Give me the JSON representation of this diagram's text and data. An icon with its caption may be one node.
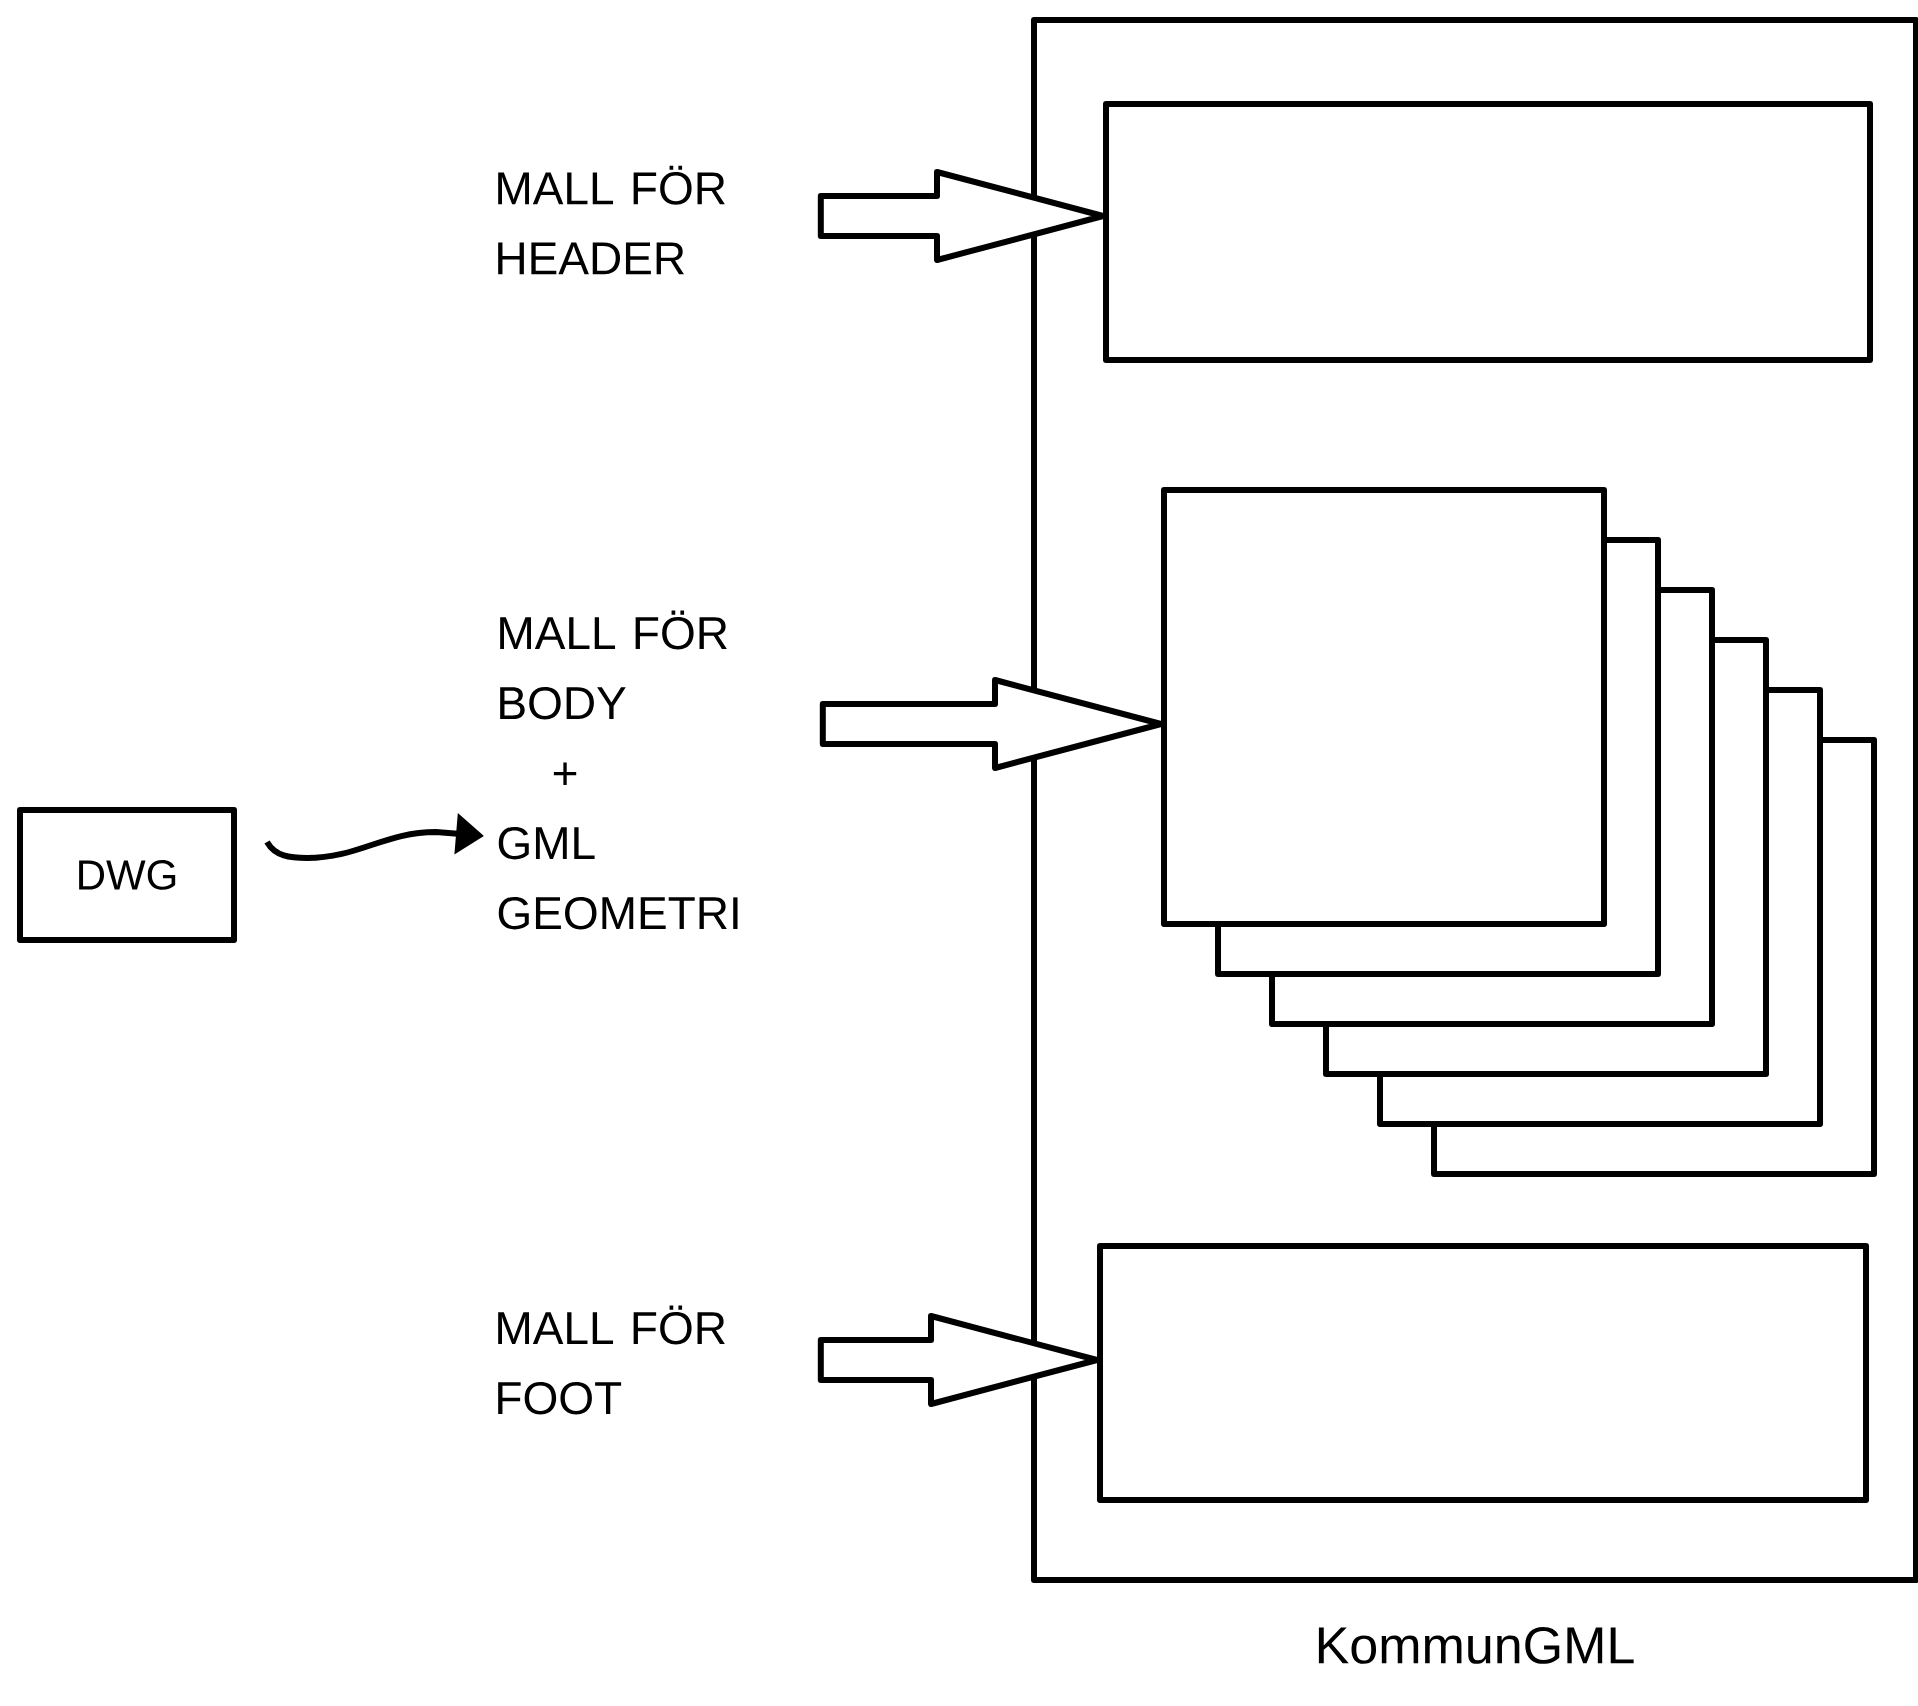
{
  "diagram": {
    "nodes": [
      {
        "text": [
          "KommunGML"
        ]
      },
      {
        "text": [],
        "shape": "box",
        "in": 0
      },
      {
        "text": [],
        "shape": "box",
        "in": 0
      },
      {
        "text": [],
        "shape": "box",
        "in": 0
      },
      {
        "text": [
          "MALL FÖR HEADER"
        ]
      },
      {
        "text": [
          "MALL FÖR BODY",
          "+",
          "GML GEOMETRI"
        ]
      },
      {
        "text": [
          "MALL FÖR FOOT"
        ]
      },
      {
        "text": [
          "DWG"
        ]
      }
    ],
    "edges": [
      {
        "from": 4,
        "to": 1,
        "arrow": "to"
      },
      {
        "from": 5,
        "to": 2,
        "arrow": "to"
      },
      {
        "from": 6,
        "to": 3,
        "arrow": "to"
      },
      {
        "from": 7,
        "to": 5,
        "arrow": "to"
      }
    ]
  }
}
